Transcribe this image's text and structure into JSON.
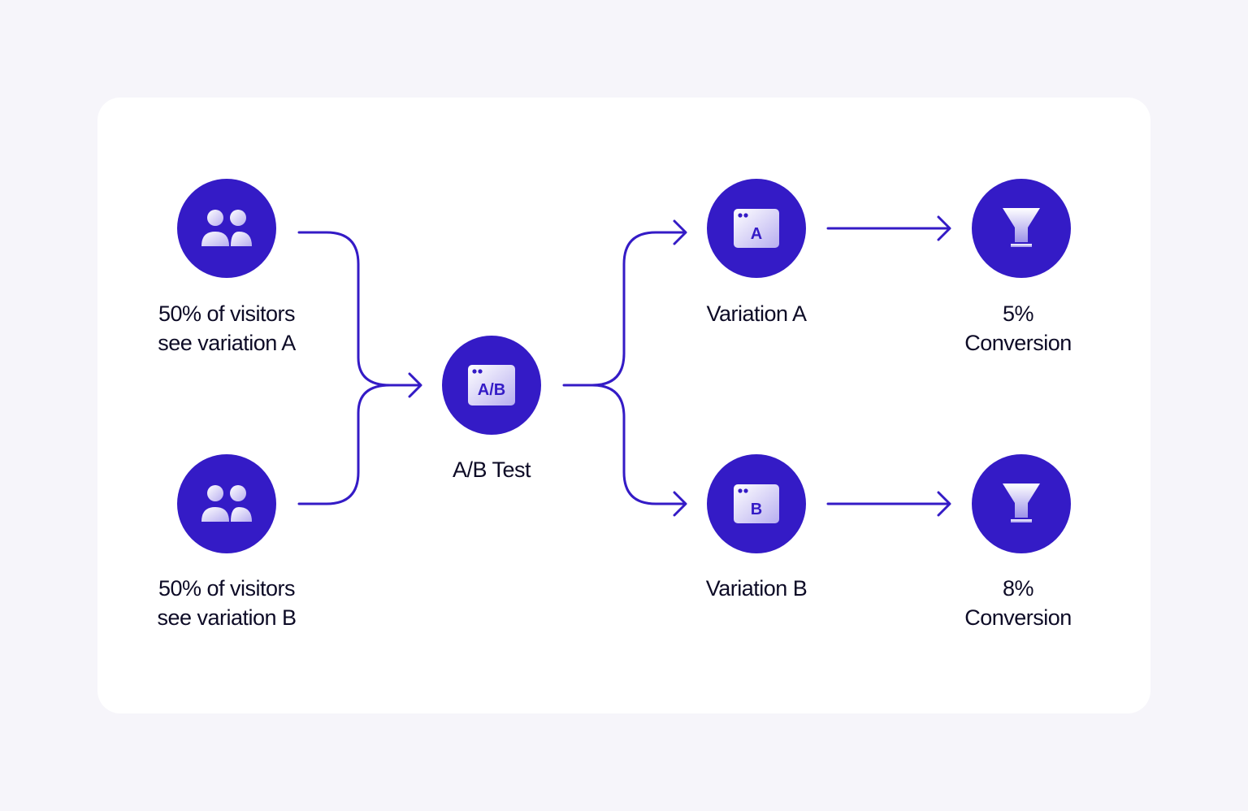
{
  "diagram": {
    "audience_a": {
      "icon": "users-icon",
      "label_line1": "50% of visitors",
      "label_line2": "see variation A"
    },
    "audience_b": {
      "icon": "users-icon",
      "label_line1": "50% of visitors",
      "label_line2": "see variation B"
    },
    "ab_test": {
      "icon": "ab-window-icon",
      "icon_text": "A/B",
      "label": "A/B Test"
    },
    "variation_a": {
      "icon": "browser-window-icon",
      "icon_text": "A",
      "label": "Variation A"
    },
    "variation_b": {
      "icon": "browser-window-icon",
      "icon_text": "B",
      "label": "Variation B"
    },
    "conversion_a": {
      "icon": "funnel-icon",
      "label_line1": "5%",
      "label_line2": "Conversion"
    },
    "conversion_b": {
      "icon": "funnel-icon",
      "label_line1": "8%",
      "label_line2": "Conversion"
    }
  },
  "colors": {
    "page_background": "#F6F5FA",
    "card_background": "#FFFFFF",
    "node_fill": "#341BC6",
    "connector": "#341BC6",
    "text": "#0D0B26"
  }
}
